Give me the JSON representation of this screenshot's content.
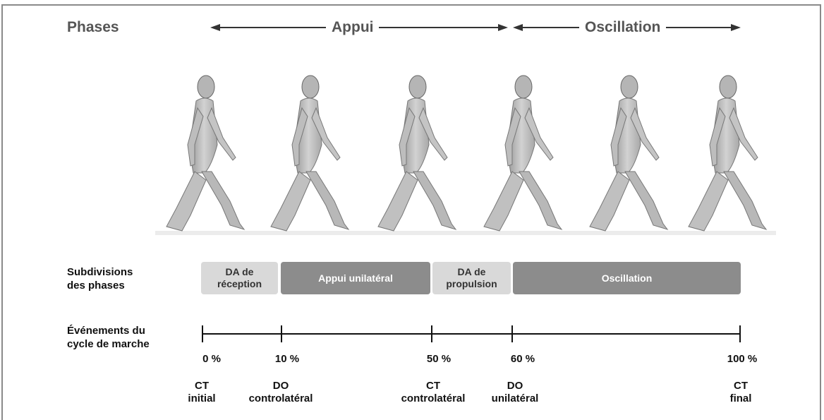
{
  "title": "Phases",
  "phases": {
    "appui": "Appui",
    "oscillation": "Oscillation"
  },
  "subdivisions_label": [
    "Subdivisions",
    "des phases"
  ],
  "subdivisions": [
    {
      "label": [
        "DA  de",
        "réception"
      ],
      "shade": "light"
    },
    {
      "label": [
        "Appui unilatéral"
      ],
      "shade": "dark"
    },
    {
      "label": [
        "DA  de",
        "propulsion"
      ],
      "shade": "light"
    },
    {
      "label": [
        "Oscillation"
      ],
      "shade": "dark"
    }
  ],
  "events_label": [
    "Événements du",
    "cycle de marche"
  ],
  "events": [
    {
      "pct": "0 %",
      "line1": "CT",
      "line2": "initial"
    },
    {
      "pct": "10 %",
      "line1": "DO",
      "line2": "controlatéral"
    },
    {
      "pct": "50 %",
      "line1": "CT",
      "line2": "controlatéral"
    },
    {
      "pct": "60 %",
      "line1": "DO",
      "line2": "unilatéral"
    },
    {
      "pct": "100 %",
      "line1": "CT",
      "line2": "final"
    }
  ],
  "colors": {
    "light_segment": "#d9d9d9",
    "dark_segment": "#8c8c8c",
    "figure_skin": "#c9c9c9"
  },
  "illustration": "six-walking-figures"
}
